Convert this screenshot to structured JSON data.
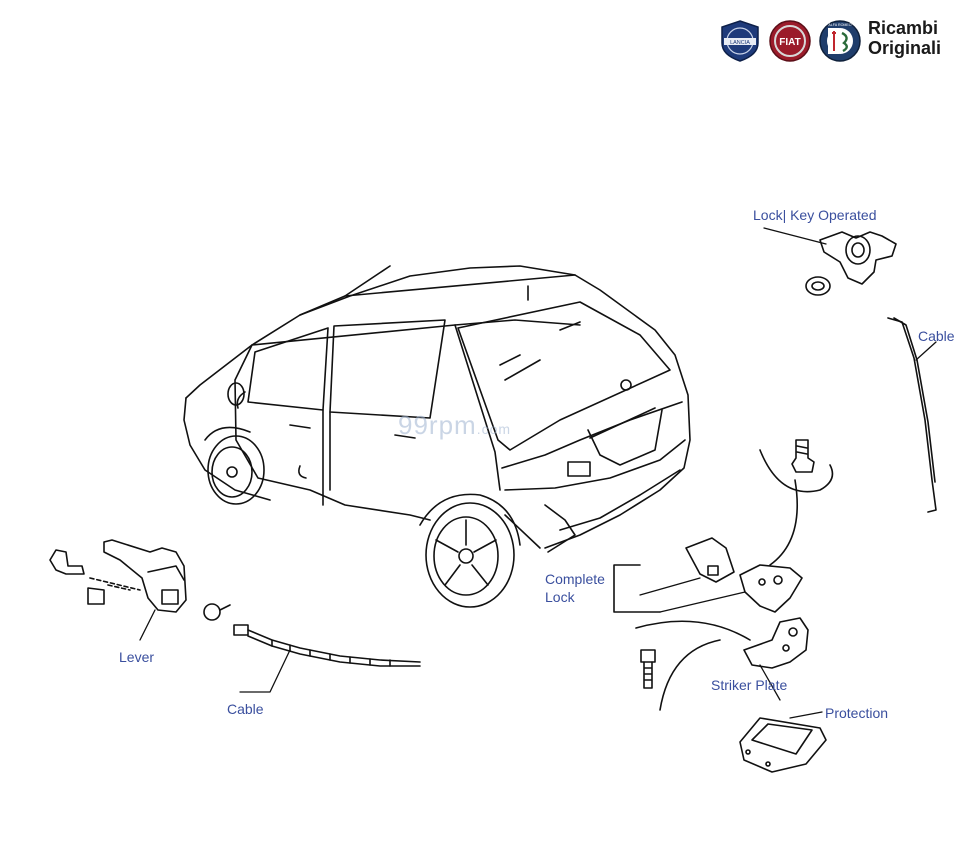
{
  "brand": {
    "line1": "Ricambi",
    "line2": "Originali",
    "logos": [
      {
        "name": "lancia-logo",
        "text": "LANCIA",
        "color": "#1e3a7a"
      },
      {
        "name": "fiat-logo",
        "text": "FIAT",
        "color": "#9b1b2a"
      },
      {
        "name": "alfa-romeo-logo",
        "text": "ALFA ROMEO",
        "color": "#2a5a3a"
      }
    ]
  },
  "watermark": {
    "main": "99rpm",
    "suffix": ".com"
  },
  "labels": {
    "lock_key_operated": "Lock| Key Operated",
    "cable_right": "Cable",
    "complete_lock_line1": "Complete",
    "complete_lock_line2": "Lock",
    "striker_plate": "Striker Plate",
    "protection": "Protection",
    "lever": "Lever",
    "cable_left": "Cable"
  },
  "colors": {
    "label": "#3a4f9e",
    "line": "#111111"
  }
}
